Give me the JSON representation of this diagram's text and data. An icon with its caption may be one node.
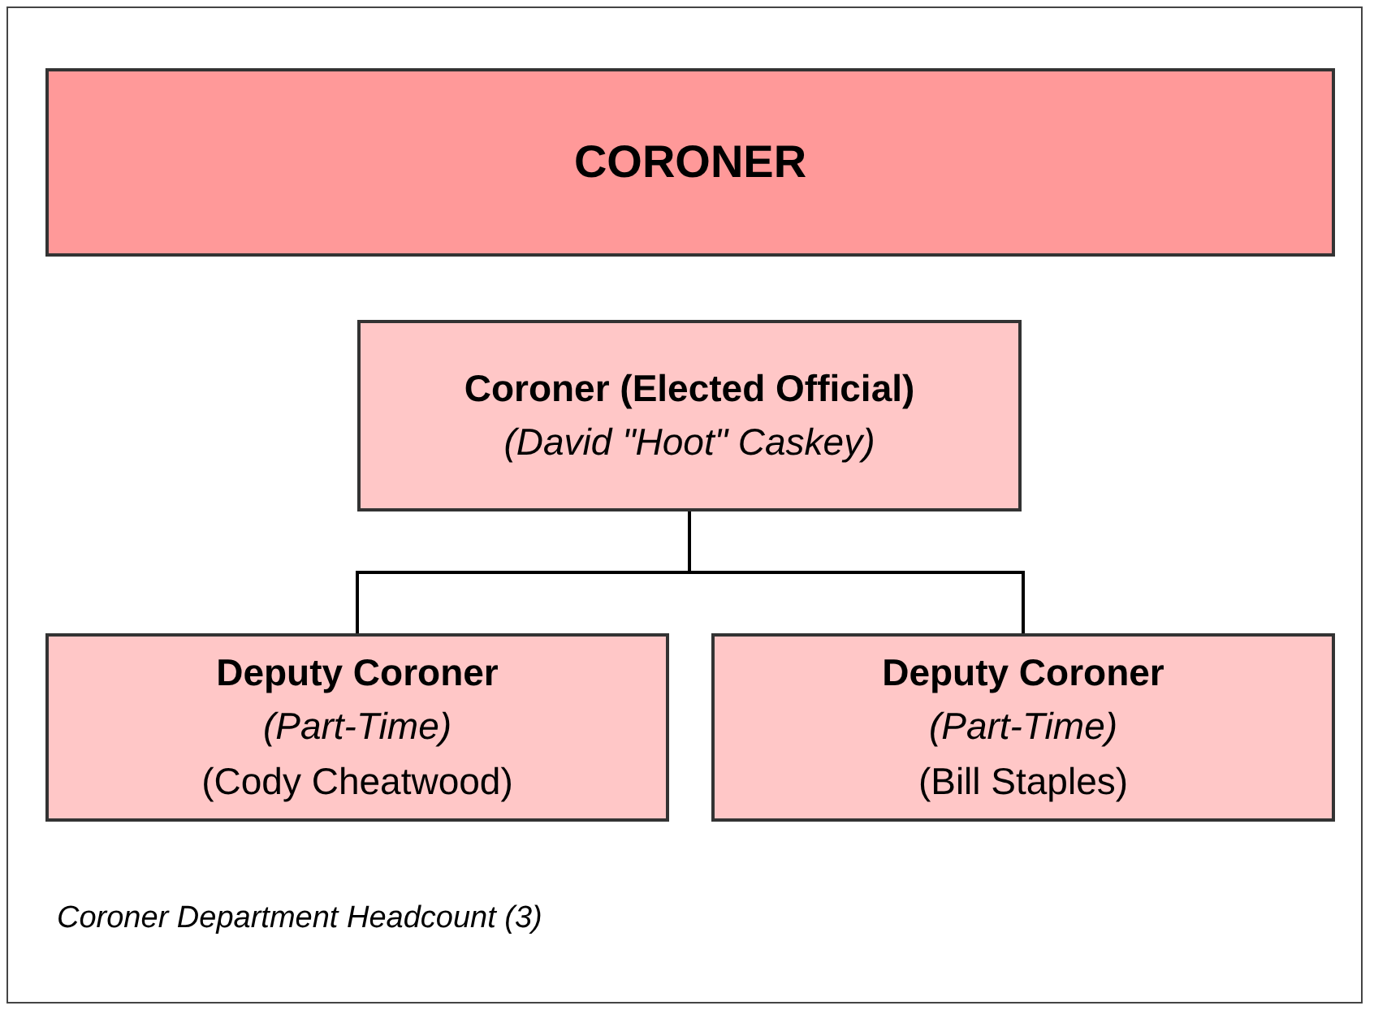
{
  "diagram": {
    "nodes": [
      {
        "text": [
          "CORONER"
        ]
      },
      {
        "text": [
          "Coroner (Elected Official)",
          "(David \"Hoot\" Caskey)"
        ]
      },
      {
        "text": [
          "Deputy Coroner",
          "(Part-Time)",
          "(Cody Cheatwood)"
        ]
      },
      {
        "text": [
          "Deputy Coroner",
          "(Part-Time)",
          "(Bill Staples)"
        ]
      }
    ],
    "edges": [
      {
        "from": 1,
        "to": 2,
        "arrow": "none"
      },
      {
        "from": 1,
        "to": 3,
        "arrow": "none"
      }
    ],
    "caption": "Coroner Department Headcount (3)"
  }
}
